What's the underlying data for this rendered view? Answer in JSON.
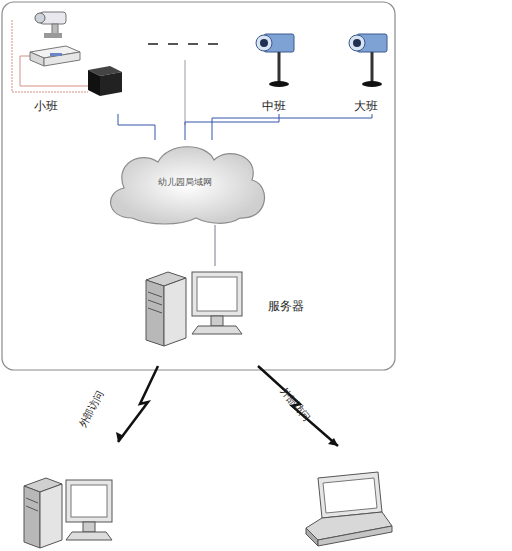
{
  "diagram": {
    "nodes": [
      {
        "text": [
          "小班"
        ]
      },
      {
        "text": [
          "中班"
        ]
      },
      {
        "text": [
          "大班"
        ]
      },
      {
        "text": [
          "幼儿园局域网"
        ]
      },
      {
        "text": [
          "服务器"
        ]
      }
    ],
    "edges": [
      {
        "from": 0,
        "to": 3,
        "arrow": "none"
      },
      {
        "from": 1,
        "to": 3,
        "arrow": "none"
      },
      {
        "from": 2,
        "to": 3,
        "arrow": "none"
      },
      {
        "from": 3,
        "to": 4,
        "arrow": "none"
      }
    ],
    "labels": [
      "外部访问",
      "外部访问"
    ]
  }
}
